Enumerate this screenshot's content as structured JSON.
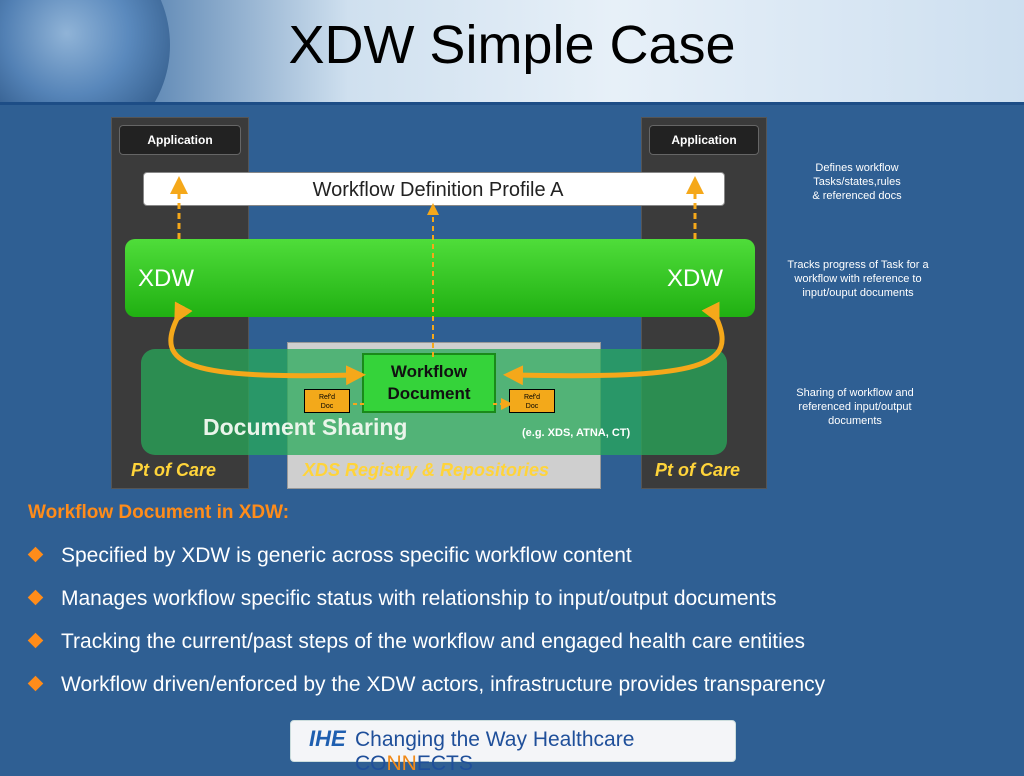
{
  "title": "XDW Simple Case",
  "diagram": {
    "left_app_label": "Application",
    "right_app_label": "Application",
    "workflow_definition": "Workflow Definition Profile A",
    "xdw_left": "XDW",
    "xdw_right": "XDW",
    "workflow_document_line1": "Workflow",
    "workflow_document_line2": "Document",
    "refd_doc_line1": "Ref'd",
    "refd_doc_line2": "Doc",
    "document_sharing": "Document Sharing",
    "document_sharing_eg": "(e.g. XDS, ATNA, CT)",
    "left_footer": "Pt of Care",
    "middle_footer": "XDS Registry & Repositories",
    "right_footer": "Pt of Care",
    "colors": {
      "green": "#28c81c",
      "orange_arrow": "#f5a81a",
      "footer_text": "#ffd43a"
    }
  },
  "notes": {
    "note1_line1": "Defines workflow",
    "note1_line2": "Tasks/states,rules",
    "note1_line3": "& referenced docs",
    "note2_line1": "Tracks progress of Task for a",
    "note2_line2": "workflow with reference to",
    "note2_line3": "input/ouput documents",
    "note3_line1": "Sharing of workflow and",
    "note3_line2": "referenced input/output",
    "note3_line3": "documents"
  },
  "content": {
    "subheading": "Workflow Document in XDW:",
    "bullets": [
      "Specified by XDW is generic across specific workflow content",
      "Manages workflow specific status with relationship to input/output documents",
      "Tracking the current/past steps of the workflow and engaged health care entities",
      "Workflow driven/enforced by the XDW actors, infrastructure provides transparency"
    ],
    "bullet_icon": "diamond-bullet-icon",
    "accent_color": "#ff8c1a"
  },
  "footer_logo": {
    "ihe": "IHE",
    "text_part1": "Changing the Way Healthcare ",
    "text_co": "CO",
    "text_nn": "NN",
    "text_ects": "ECTS"
  }
}
